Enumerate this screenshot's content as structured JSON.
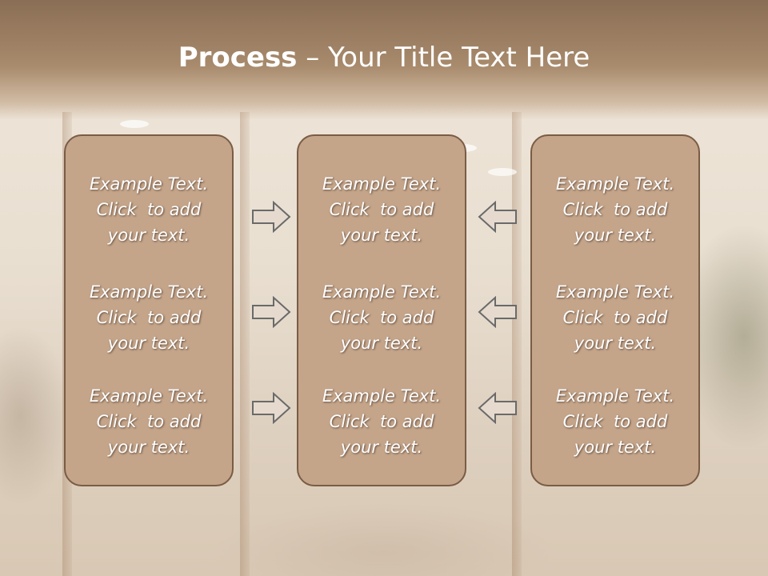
{
  "slide": {
    "title_strong": "Process",
    "title_rest": " – Your Title Text Here"
  },
  "columns": [
    {
      "blocks": [
        {
          "l1": "Example Text.",
          "l2": "Click  to add",
          "l3": "your text."
        },
        {
          "l1": "Example Text.",
          "l2": "Click  to add",
          "l3": "your text."
        },
        {
          "l1": "Example Text.",
          "l2": "Click  to add",
          "l3": "your text."
        }
      ]
    },
    {
      "blocks": [
        {
          "l1": "Example Text.",
          "l2": "Click  to add",
          "l3": "your text."
        },
        {
          "l1": "Example Text.",
          "l2": "Click  to add",
          "l3": "your text."
        },
        {
          "l1": "Example Text.",
          "l2": "Click  to add",
          "l3": "your text."
        }
      ]
    },
    {
      "blocks": [
        {
          "l1": "Example Text.",
          "l2": "Click  to add",
          "l3": "your text."
        },
        {
          "l1": "Example Text.",
          "l2": "Click  to add",
          "l3": "your text."
        },
        {
          "l1": "Example Text.",
          "l2": "Click  to add",
          "l3": "your text."
        }
      ]
    }
  ],
  "arrows": {
    "left_group": [
      "right-arrow-icon",
      "right-arrow-icon",
      "right-arrow-icon"
    ],
    "right_group": [
      "left-arrow-icon",
      "left-arrow-icon",
      "left-arrow-icon"
    ]
  },
  "colors": {
    "header": "#8a6e55",
    "panel_fill": "#c4a58a",
    "panel_border": "#7a5c45",
    "text": "#ffffff"
  }
}
